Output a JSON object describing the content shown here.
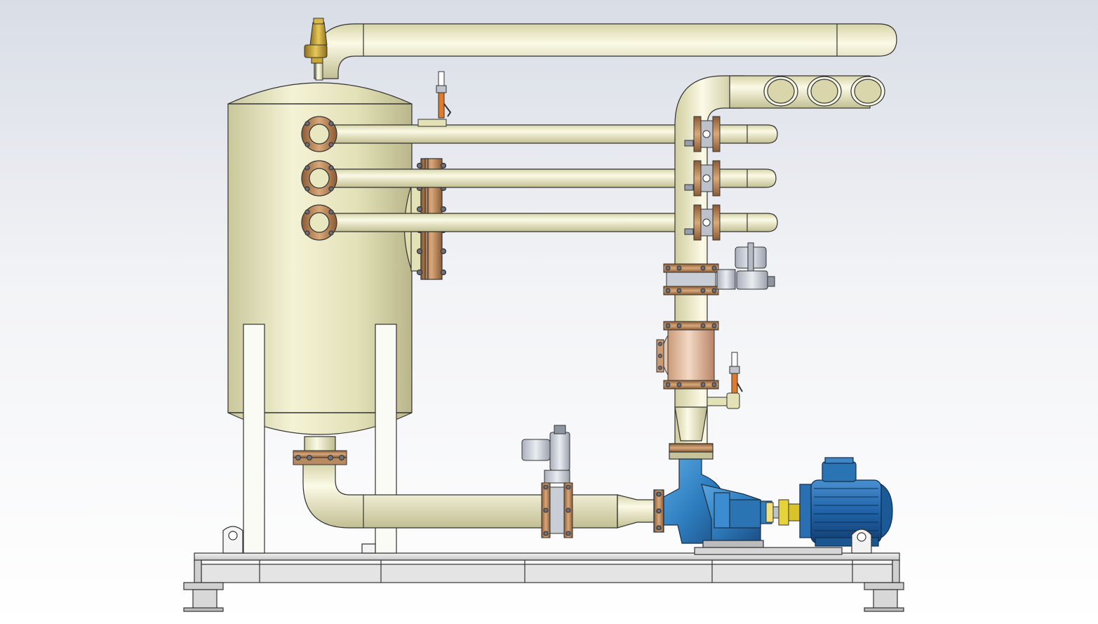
{
  "view": {
    "background_top": "#d9dde6",
    "background_mid": "#f2f3f6",
    "background_bottom": "#ffffff"
  },
  "colors": {
    "tank": "#e9e7c0",
    "pipe": "#ecebc6",
    "flange": "#c8966a",
    "flange_dark": "#7a5233",
    "bolt": "#6c6f78",
    "pump": "#2f7fc0",
    "motor": "#1f63a8",
    "coupling": "#e6d23a",
    "frame": "#dcdcdc",
    "valve_body": "#c7ccd6",
    "brass": "#c9a63a",
    "gauge_stem": "#e07a28",
    "outline": "#333333"
  },
  "components": [
    {
      "id": "vertical-tank",
      "icon": "pressure-vessel-icon"
    },
    {
      "id": "safety-valve",
      "icon": "relief-valve-icon"
    },
    {
      "id": "top-return-pipe",
      "icon": "pipe-icon"
    },
    {
      "id": "header-pipes",
      "icon": "pipe-icon"
    },
    {
      "id": "manifold-outlets",
      "icon": "pipe-outlet-icon"
    },
    {
      "id": "tank-inspection-flange",
      "icon": "flange-icon"
    },
    {
      "id": "riser-pipe",
      "icon": "pipe-icon"
    },
    {
      "id": "actuated-butterfly-valve",
      "icon": "actuated-valve-icon"
    },
    {
      "id": "strainer-tee",
      "icon": "tee-fitting-icon"
    },
    {
      "id": "pressure-gauges",
      "icon": "gauge-icon"
    },
    {
      "id": "suction-line",
      "icon": "pipe-icon"
    },
    {
      "id": "suction-valve",
      "icon": "actuated-valve-icon"
    },
    {
      "id": "centrifugal-pump",
      "icon": "pump-icon"
    },
    {
      "id": "shaft-coupling",
      "icon": "coupling-icon"
    },
    {
      "id": "electric-motor",
      "icon": "motor-icon"
    },
    {
      "id": "base-frame",
      "icon": "skid-frame-icon"
    }
  ]
}
